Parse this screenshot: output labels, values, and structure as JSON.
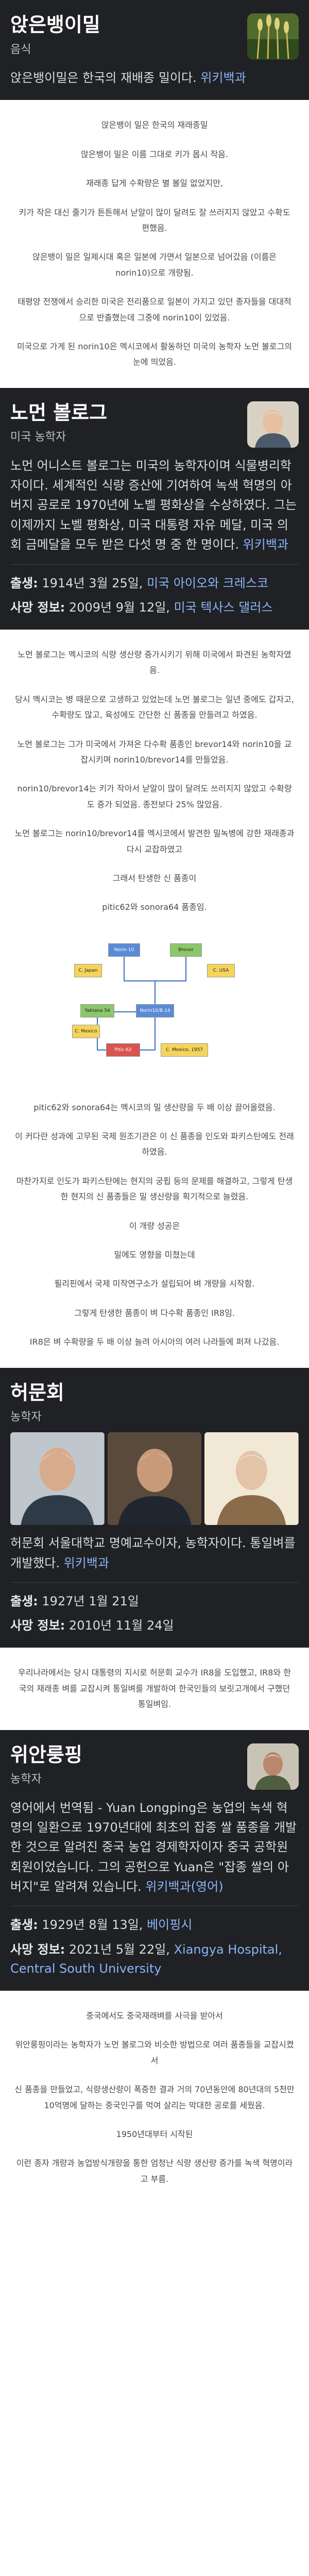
{
  "section1": {
    "title": "앉은뱅이밀",
    "subtitle": "음식",
    "desc": "앉은뱅이밀은 한국의 재배종 밀이다. ",
    "wiki": "위키백과"
  },
  "text1": [
    "앉은뱅이 밀은 한국의 재래종밀",
    "앉은뱅이 밀은 이름 그대로 키가 몹시 작음.",
    "재래종 답게 수확량은 별 볼일 없었지만,",
    "키가 작은 대신 줄기가 튼튼해서 낟알이 많이 달려도 잘 쓰러지지 않았고 수확도 편했음.",
    "앉은뱅이 밀은 일제시대 혹은 일본에 가면서 일본으로 넘어갔음 (이름은 norin10)으로 개량됨.",
    "태평양 전쟁에서 승리한 미국은 전리품으로 일본이 가지고 있던 종자들을 대대적으로 반출했는데 그중에 norin10이 있었음.",
    "미국으로 가게 된 norin10은 멕시코에서 활동하던 미국의 농학자 노먼 볼로그의 눈에 띄었음."
  ],
  "section2": {
    "title": "노먼 볼로그",
    "subtitle": "미국 농학자",
    "desc": "노먼 어니스트 볼로그는 미국의 농학자이며 식물병리학자이다. 세계적인 식량 증산에 기여하여 녹색 혁명의 아버지 공로로 1970년에 노벨 평화상을 수상하였다. 그는 이제까지 노벨 평화상, 미국 대통령 자유 메달, 미국 의회 금메달을 모두 받은 다섯 명 중 한 명이다. ",
    "wiki": "위키백과",
    "birth_label": "출생:",
    "birth_text": "1914년 3월 25일, ",
    "birth_place": "미국 아이오와 크레스코",
    "death_label": "사망 정보:",
    "death_text": "2009년 9월 12일, ",
    "death_place": "미국 텍사스 댈러스"
  },
  "text2": [
    "노먼 볼로그는 멕시코의 식량 생산량 증가시키기 위해 미국에서 파견된 농학자였음.",
    "당시 멕시코는 병 때문으로 고생하고 있었는데 노먼 볼로그는 일년 중에도 갑자고, 수확량도 많고, 육성에도 간단한 신 품종을 만들려고 하였음.",
    "노먼 볼로그는 그가 미국에서 가져온 다수확 품종인 brevor14와 norin10을 교잡시키며 norin10/brevor14를 만들었음.",
    "norin10/brevor14는 키가 작아서 낟알이 많이 달려도 쓰러지지 않았고 수확량도 증가 되었음. 종전보다 25% 많았음.",
    "노먼 볼로그는 norin10/brevor14를 멕시코에서 발견한 밀녹병에 강한 재래종과 다시 교잡하였고",
    "그래서 탄생한 신 품종이",
    "pitic62와 sonora64 품종임."
  ],
  "diagram": {
    "labels": [
      "Norin 10",
      "Brevor",
      "C. Japan",
      "C. USA",
      "Yaktana 54",
      "Norin10/B.14",
      "C. Mexico",
      "Pitic-62",
      "C. Mexico, 1957"
    ],
    "colors": {
      "yellow": "#f4d45c",
      "blue": "#5b8bd6",
      "green": "#8cc76a",
      "red": "#d9534f",
      "line": "#3d6fc4"
    }
  },
  "text3": [
    "pitic62와 sonora64는 멕시코의 밀 생산량을 두 배 이상 끌어올렸음.",
    "이 커다란 성과에 고무된 국제 원조기관은 이 신 품종을 인도와 파키스탄에도 전래하였음.",
    "마찬가지로 인도가 파키스탄에는 현지의 궁핍 등의 문제를 해결하고, 그렇게 탄생한 현지의 신 품종들은 밀 생산량을 획기적으로 늘렸음.",
    "이 개량 성공은",
    "밀에도 영향을 미쳤는데",
    "필리핀에서 국제 미작연구소가 설립되어 벼 개량을 시작함.",
    "그렇게 탄생한 품종이 벼 다수확 품종인 IR8임.",
    "IR8은 벼 수확량을 두 배 이상 늘려 아시아의 여러 나라들에 퍼져 나갔음."
  ],
  "section3": {
    "title": "허문회",
    "subtitle": "농학자",
    "desc": "허문회 서울대학교 명예교수이자, 농학자이다. 통일벼를 개발했다. ",
    "wiki": "위키백과",
    "birth_label": "출생:",
    "birth_text": "1927년 1월 21일",
    "death_label": "사망 정보:",
    "death_text": "2010년 11월 24일"
  },
  "text4": [
    "우리나라에서는 당시 대통령의 지시로 허문회 교수가 IR8을 도입했고, IR8와 한국의 재래종 벼를 교잡시켜 통일벼를 개발하여 한국인들의 보릿고개에서 구했던 통일벼임."
  ],
  "section4": {
    "title": "위안룽핑",
    "subtitle": "농학자",
    "desc": "영어에서 번역됨 - Yuan Longping은 농업의 녹색 혁명의 일환으로 1970년대에 최초의 잡종 쌀 품종을 개발한 것으로 알려진 중국 농업 경제학자이자 중국 공학원 회원이었습니다. 그의 공헌으로 Yuan은 \"잡종 쌀의 아버지\"로 알려져 있습니다. ",
    "wiki": "위키백과(영어)",
    "birth_label": "출생:",
    "birth_text": "1929년 8월 13일, ",
    "birth_place": "베이핑시",
    "death_label": "사망 정보:",
    "death_text": "2021년 5월 22일, ",
    "death_place": "Xiangya Hospital, Central South University"
  },
  "text5": [
    "중국에서도 중국재래벼를 사극을 받아서",
    "위안룽핑이라는 농학자가 노먼 볼로그와 비슷한 방법으로 여러 품종들을 교잡시켰서",
    "신 품종을 만들었고, 식량생산량이 폭증한 결과 거의 70년동안에 80년대의 5천만 10억명에 달하는 중국인구를 먹여 살리는 막대한 공로를 세웠음.",
    "1950년대부터 시작된",
    "이런 종자 개량과 농업방식개량을 통한 엄청난 식량 생산량 증가를 녹색 혁명이라고 부름."
  ]
}
